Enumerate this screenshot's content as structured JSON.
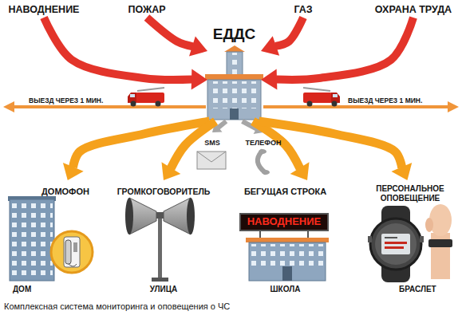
{
  "diagram": {
    "caption": "Комплексная система мониторинга и оповещения о ЧС",
    "nodes": [
      {
        "text": [
          "НАВОДНЕНИЕ"
        ]
      },
      {
        "text": [
          "ПОЖАР"
        ]
      },
      {
        "text": [
          "ГАЗ"
        ]
      },
      {
        "text": [
          "ОХРАНА ТРУДА"
        ]
      },
      {
        "text": [
          "ЕДДС"
        ]
      },
      {
        "text": [
          "SMS"
        ]
      },
      {
        "text": [
          "ТЕЛЕФОН"
        ]
      },
      {
        "text": [
          "ДОМОФОН",
          "ДОМ"
        ]
      },
      {
        "text": [
          "ГРОМКОГОВОРИТЕЛЬ",
          "УЛИЦА"
        ]
      },
      {
        "text": [
          "БЕГУЩАЯ СТРОКА",
          "ШКОЛА"
        ]
      },
      {
        "text": [
          "НАВОДНЕНИЕ"
        ],
        "in": 9
      },
      {
        "text": [
          "ПЕРСОНАЛЬНОЕ ОПОВЕЩЕНИЕ",
          "БРАСЛЕТ"
        ]
      }
    ],
    "edges": [
      {
        "from": 0,
        "to": 4,
        "arrow": "to"
      },
      {
        "from": 1,
        "to": 4,
        "arrow": "to"
      },
      {
        "from": 2,
        "to": 4,
        "arrow": "to"
      },
      {
        "from": 3,
        "to": 4,
        "arrow": "to"
      },
      {
        "from": 4,
        "to": 5,
        "arrow": "to"
      },
      {
        "from": 4,
        "to": 6,
        "arrow": "to"
      },
      {
        "from": 4,
        "to": 7,
        "arrow": "to"
      },
      {
        "from": 4,
        "to": 8,
        "arrow": "to"
      },
      {
        "from": 4,
        "to": 9,
        "arrow": "to"
      },
      {
        "from": 4,
        "to": 11,
        "arrow": "to"
      }
    ],
    "labels": [
      "ВЫЕЗД ЧЕРЕЗ 1 МИН.",
      "ВЫЕЗД ЧЕРЕЗ 1 МИН."
    ]
  }
}
